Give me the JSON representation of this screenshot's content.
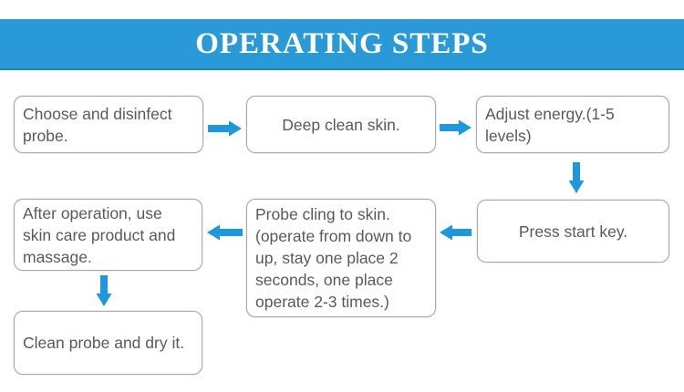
{
  "title": "OPERATING STEPS",
  "colors": {
    "banner": "#2a99d8",
    "banner_edge": "#1e85c4",
    "arrow": "#1e97dd",
    "box_border": "#a8a8a8",
    "box_text": "#58595b"
  },
  "steps": [
    {
      "id": "choose",
      "text": "Choose and disinfect\nprobe."
    },
    {
      "id": "clean",
      "text": "Deep clean skin."
    },
    {
      "id": "energy",
      "text": "Adjust energy.(1-5\nlevels)"
    },
    {
      "id": "start",
      "text": "Press start key."
    },
    {
      "id": "probe",
      "text": "Probe cling to skin.\n(operate from down to\nup, stay one place 2\nseconds, one place\noperate 2-3 times.)"
    },
    {
      "id": "after",
      "text": "After operation, use\nskin care product and\nmassage."
    },
    {
      "id": "dry",
      "text": "Clean probe and dry it."
    }
  ],
  "flow_connections": [
    {
      "from": "choose",
      "to": "clean",
      "direction": "right"
    },
    {
      "from": "clean",
      "to": "energy",
      "direction": "right"
    },
    {
      "from": "energy",
      "to": "start",
      "direction": "down"
    },
    {
      "from": "start",
      "to": "probe",
      "direction": "left"
    },
    {
      "from": "probe",
      "to": "after",
      "direction": "left"
    },
    {
      "from": "after",
      "to": "dry",
      "direction": "down"
    }
  ],
  "icons": {
    "arrow_right": "➡",
    "arrow_left": "⬅",
    "arrow_down": "⬇"
  }
}
